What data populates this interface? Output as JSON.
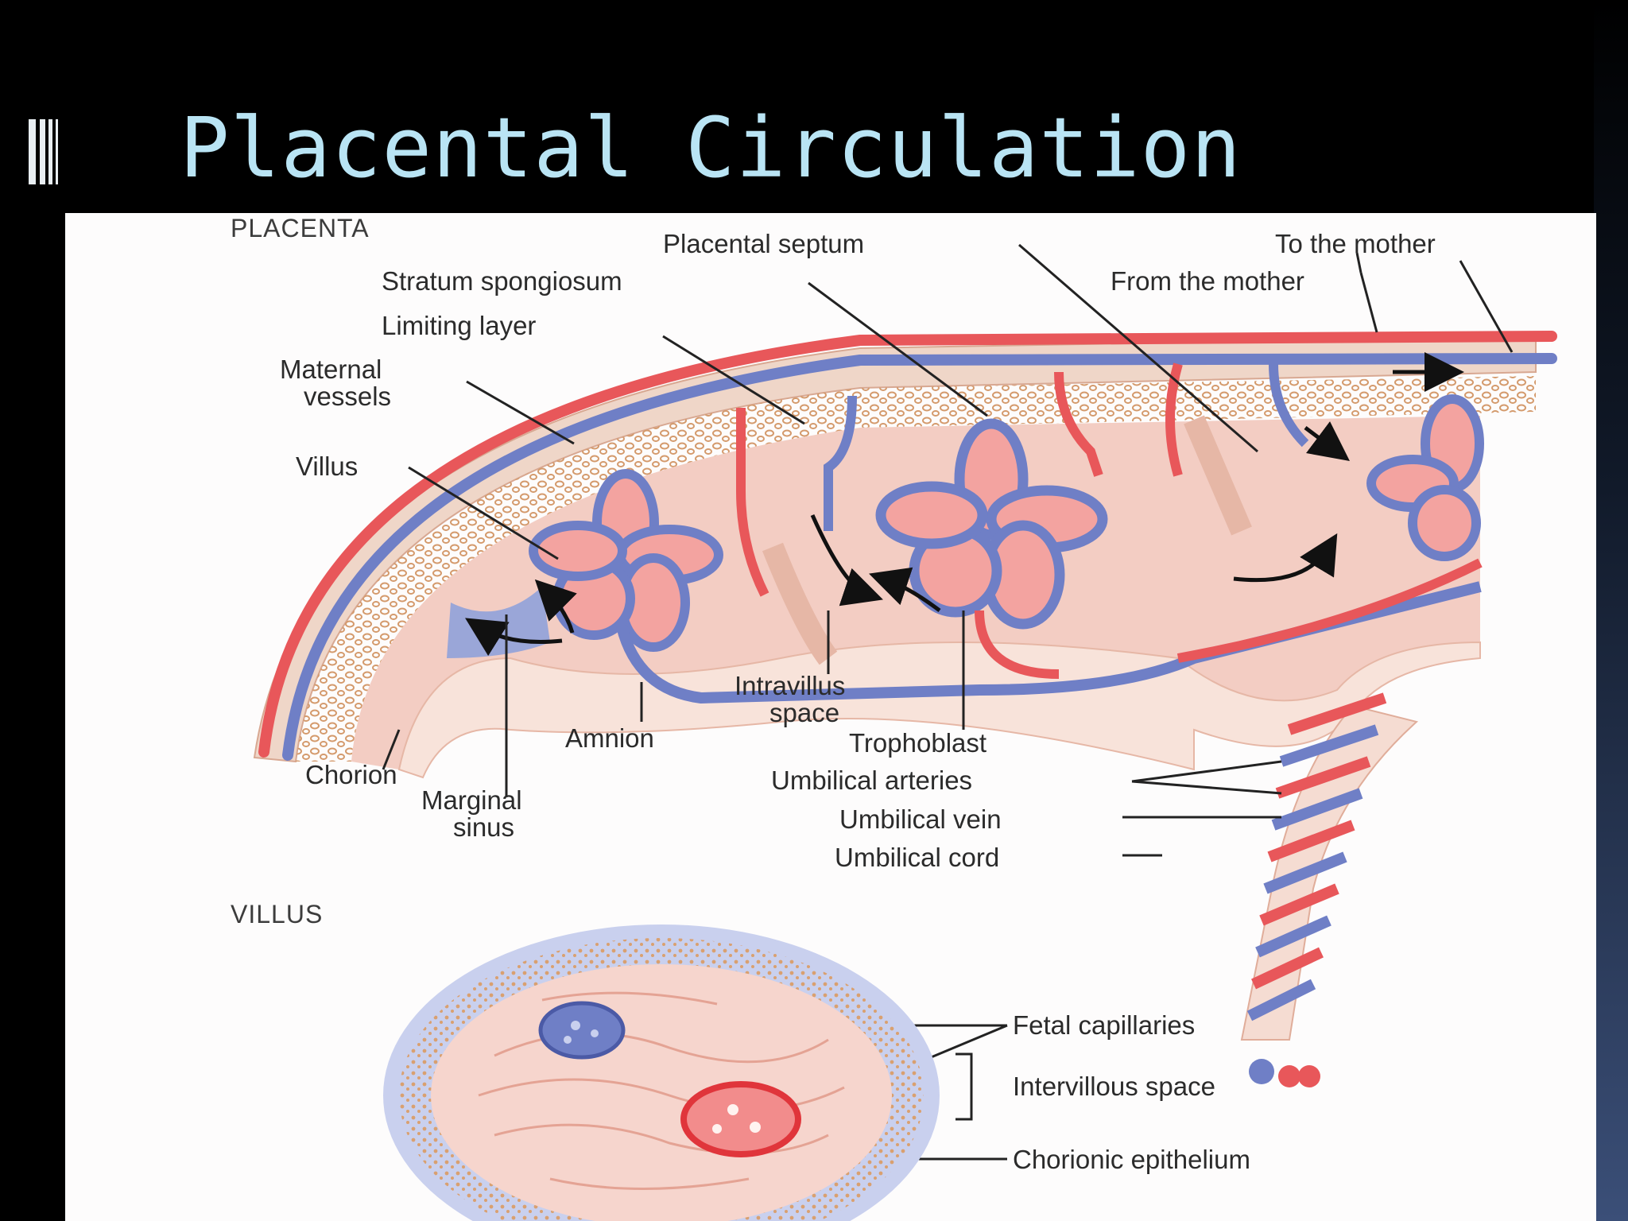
{
  "slide": {
    "title": "Placental Circulation"
  },
  "figure": {
    "section_placenta": "PLACENTA",
    "section_villus": "VILLUS",
    "labels": {
      "placental_septum": "Placental septum",
      "to_the_mother": "To the mother",
      "stratum_spongiosum": "Stratum spongiosum",
      "from_the_mother": "From the mother",
      "limiting_layer": "Limiting layer",
      "maternal_1": "Maternal",
      "maternal_2": "vessels",
      "villus": "Villus",
      "intravillus_1": "Intravillus",
      "intravillus_2": "space",
      "amnion": "Amnion",
      "trophoblast": "Trophoblast",
      "chorion": "Chorion",
      "marginal_1": "Marginal",
      "marginal_2": "sinus",
      "umbilical_arteries": "Umbilical arteries",
      "umbilical_vein": "Umbilical vein",
      "umbilical_cord": "Umbilical cord",
      "fetal_capillaries": "Fetal capillaries",
      "intervillous_space": "Intervillous space",
      "chorionic_epithelium": "Chorionic epithelium"
    },
    "colors": {
      "artery": "#e8575a",
      "vein": "#6f7fc6",
      "tissue": "#f2c4b8",
      "spongy": "#e9c29a",
      "slide_title": "#b9e4f4"
    }
  }
}
